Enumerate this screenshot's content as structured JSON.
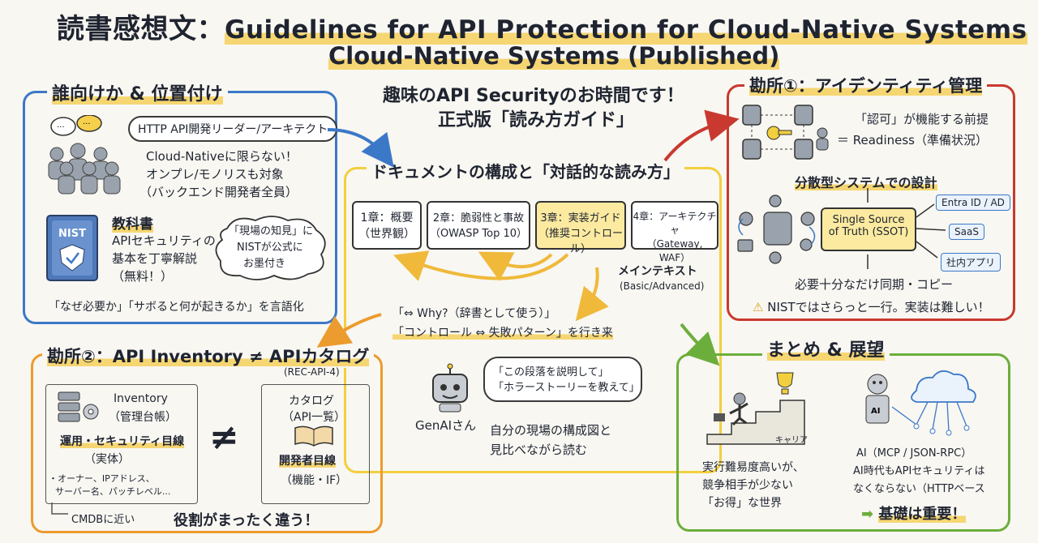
{
  "title": {
    "jp": "読書感想文：",
    "en": "Guidelines for API Protection for Cloud-Native Systems",
    "line2": "Cloud-Native Systems (Published)"
  },
  "center_header": {
    "line1": "趣味のAPI Securityのお時間です！",
    "line2": "正式版「読み方ガイド」"
  },
  "audience": {
    "title": "誰向けか & 位置付け",
    "bubble": "HTTP API開発リーダー/アーキテクト",
    "lines": [
      "Cloud-Nativeに限らない！",
      "オンプレ/モノリスも対象",
      "（バックエンド開発者全員）"
    ],
    "textbook_title": "教科書",
    "textbook_lines": [
      "APIセキュリティの",
      "基本を丁寧解説",
      "（無料！）"
    ],
    "nist_label": "NIST",
    "cloud_lines": [
      "「現場の知見」に",
      "NISTが公式に",
      "お墨付き"
    ],
    "bottom": "「なぜ必要か」「サボると何が起きるか」を言語化"
  },
  "structure": {
    "title": "ドキュメントの構成と「対話的な読み方」",
    "chapters": [
      {
        "line1": "1章：概要",
        "line2": "（世界観）"
      },
      {
        "line1": "2章：脆弱性と事故",
        "line2": "（OWASP Top 10）"
      },
      {
        "line1": "3章：実装ガイド",
        "line2": "（推奨コントロール）"
      },
      {
        "line1": "4章：アーキテクチャ",
        "line2": "（Gateway, WAF）"
      }
    ],
    "main_text": "メインテキスト",
    "main_sub": "(Basic/Advanced)",
    "why": "「⇔ Why?（辞書として使う）」",
    "control": "「コントロール ⇔ 失敗パターン」を行き来",
    "genai_bubble": [
      "「この段落を説明して」",
      "「ホラーストーリーを教えて」"
    ],
    "genai_label": "GenAIさん",
    "compare": [
      "自分の現場の構成図と",
      "見比べながら読む"
    ]
  },
  "identity": {
    "title": "勘所①：アイデンティティ管理",
    "authz": [
      "「認可」が機能する前提",
      "＝ Readiness（準備状況）"
    ],
    "distributed": "分散型システムでの設計",
    "ssot": [
      "Single Source",
      "of Truth (SSOT)"
    ],
    "targets": [
      "Entra ID / AD",
      "SaaS",
      "社内アプリ"
    ],
    "sync": "必要十分なだけ同期・コピー",
    "warning": "NISTではさらっと一行。実装は難しい！"
  },
  "inventory": {
    "title": "勘所②：API Inventory ≠ APIカタログ",
    "ref": "(REC-API-4)",
    "inv_lines": [
      "Inventory",
      "（管理台帳）"
    ],
    "inv_target": "運用・セキュリティ目線",
    "inv_entity": "（実体）",
    "inv_items": [
      "・オーナー、IPアドレス、",
      "サーバー名、パッチレベル..."
    ],
    "cmdb": "CMDBに近い",
    "neq": "≠",
    "cat_lines": [
      "カタログ",
      "（API一覧）"
    ],
    "cat_target": "開発者目線",
    "cat_entity": "（機能・IF）",
    "bottom": "役割がまったく違う！"
  },
  "summary": {
    "title": "まとめ & 展望",
    "career": "キャリア",
    "left": [
      "実行難易度高いが、",
      "競争相手が少ない",
      "「お得」な世界"
    ],
    "ai_label": "AI",
    "right": [
      "AI（MCP / JSON-RPC）",
      "AI時代もAPIセキュリティは",
      "なくならない（HTTPベース"
    ],
    "basics": "基礎は重要！"
  }
}
